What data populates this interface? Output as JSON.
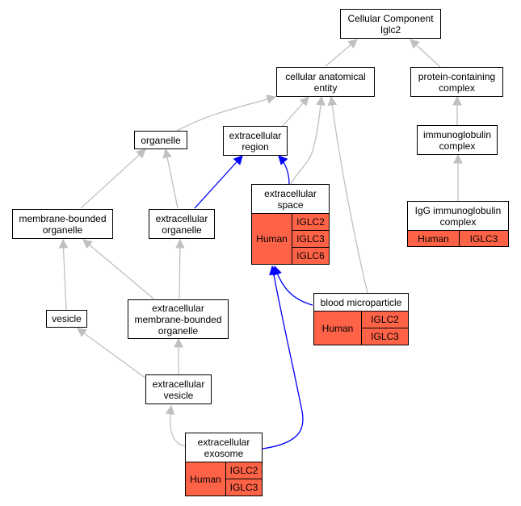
{
  "nodes": {
    "cc_root": "Cellular Component\nIglc2",
    "cae": "cellular anatomical\nentity",
    "pcc": "protein-containing\ncomplex",
    "organelle": "organelle",
    "ecr": "extracellular\nregion",
    "ig_complex": "immunoglobulin\ncomplex",
    "ecs": "extracellular\nspace",
    "igg": "IgG immunoglobulin\ncomplex",
    "mbo": "membrane-bounded\norganelle",
    "eco": "extracellular\norganelle",
    "blood": "blood microparticle",
    "vesicle": "vesicle",
    "ecmbo": "extracellular\nmembrane-bounded\norganelle",
    "ecv": "extracellular\nvesicle",
    "exosome": "extracellular\nexosome"
  },
  "tables": {
    "ecs": {
      "species": "Human",
      "genes": [
        "IGLC2",
        "IGLC3",
        "IGLC6"
      ]
    },
    "igg": {
      "species": "Human",
      "genes": [
        "IGLC3"
      ]
    },
    "blood": {
      "species": "Human",
      "genes": [
        "IGLC2",
        "IGLC3"
      ]
    },
    "exosome": {
      "species": "Human",
      "genes": [
        "IGLC2",
        "IGLC3"
      ]
    }
  },
  "colors": {
    "edge_default": "#c0c0c0",
    "edge_highlight": "#0000ff",
    "annotation_fill": "#ff6347",
    "node_border": "#000000"
  }
}
